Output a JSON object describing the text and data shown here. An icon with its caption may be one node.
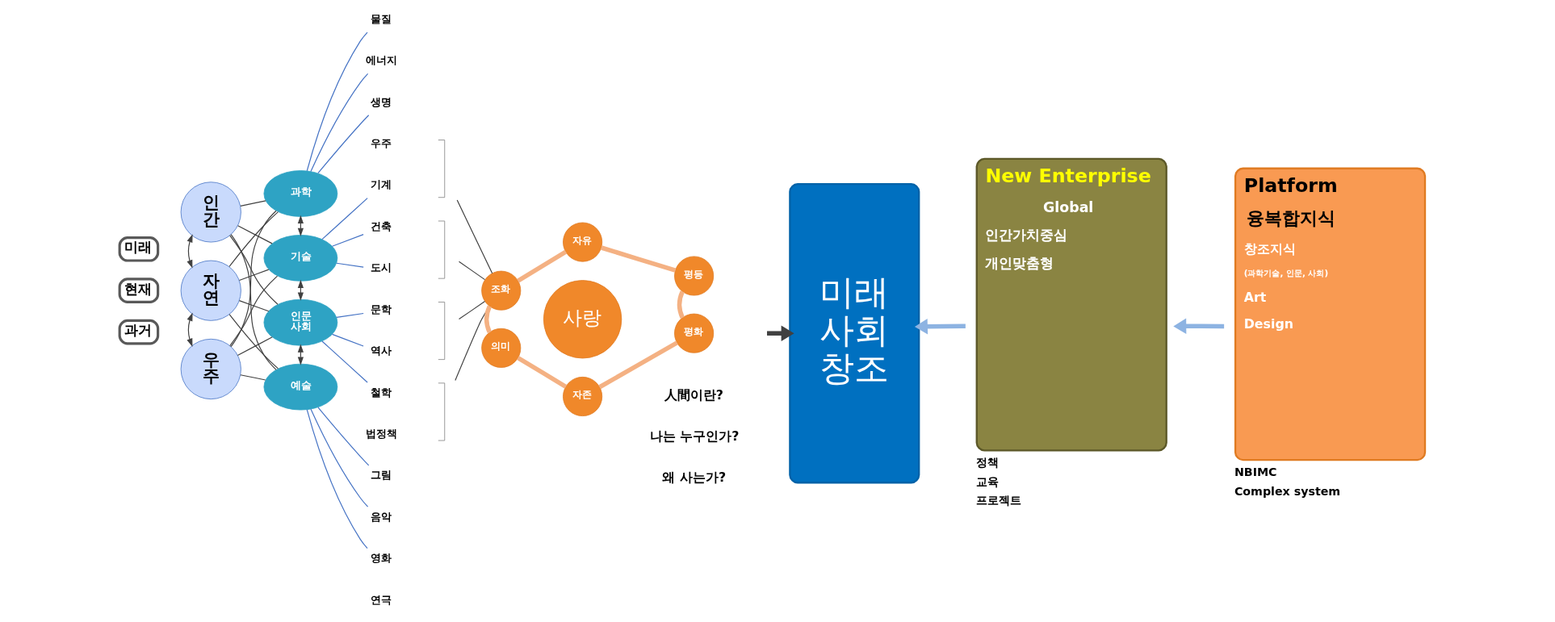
{
  "diagram": {
    "nodes": [
      {
        "text": [
          "미래"
        ]
      },
      {
        "text": [
          "현재"
        ]
      },
      {
        "text": [
          "과거"
        ]
      },
      {
        "text": [
          "인간"
        ]
      },
      {
        "text": [
          "자연"
        ]
      },
      {
        "text": [
          "우주"
        ]
      },
      {
        "text": [
          "과학"
        ]
      },
      {
        "text": [
          "기술"
        ]
      },
      {
        "text": [
          "인문 사회"
        ]
      },
      {
        "text": [
          "예술"
        ]
      },
      {
        "text": [
          "물질"
        ]
      },
      {
        "text": [
          "에너지"
        ]
      },
      {
        "text": [
          "생명"
        ]
      },
      {
        "text": [
          "기계"
        ]
      },
      {
        "text": [
          "건축"
        ]
      },
      {
        "text": [
          "도시"
        ]
      },
      {
        "text": [
          "문학"
        ]
      },
      {
        "text": [
          "역사"
        ]
      },
      {
        "text": [
          "철학"
        ]
      },
      {
        "text": [
          "그림"
        ]
      },
      {
        "text": [
          "음악"
        ]
      },
      {
        "text": [
          "영화"
        ]
      },
      {
        "text": [],
        "shape": "bracket"
      },
      {
        "text": [],
        "shape": "bracket"
      },
      {
        "text": [],
        "shape": "bracket"
      },
      {
        "text": [],
        "shape": "bracket"
      },
      {
        "text": [
          "사랑"
        ]
      },
      {
        "text": [
          "자유"
        ]
      },
      {
        "text": [
          "평등"
        ]
      },
      {
        "text": [
          "평화"
        ]
      },
      {
        "text": [
          "자존"
        ]
      },
      {
        "text": [
          "의미"
        ]
      },
      {
        "text": [
          "조화"
        ]
      },
      {
        "text": [
          "미래 사회 창조"
        ]
      },
      {
        "text": [
          "New Enterprise",
          "Global",
          "인간가치중심",
          "개인맞춤형"
        ],
        "beside": [
          "정책",
          "교육",
          "프로젝트"
        ]
      },
      {
        "text": [
          "Platform",
          "융복합지식",
          "창조지식",
          "(과학기술, 인문, 사회)",
          "Art",
          "Design"
        ],
        "beside": [
          "NBIMC",
          "Complex system"
        ]
      }
    ],
    "edges": [
      {
        "from": 3,
        "to": 4,
        "arrow": "both"
      },
      {
        "from": 4,
        "to": 5,
        "arrow": "both"
      },
      {
        "from": 3,
        "to": 6,
        "arrow": "none"
      },
      {
        "from": 3,
        "to": 7,
        "arrow": "none"
      },
      {
        "from": 3,
        "to": 8,
        "arrow": "none"
      },
      {
        "from": 3,
        "to": 9,
        "arrow": "none"
      },
      {
        "from": 4,
        "to": 6,
        "arrow": "none"
      },
      {
        "from": 4,
        "to": 7,
        "arrow": "none"
      },
      {
        "from": 4,
        "to": 8,
        "arrow": "none"
      },
      {
        "from": 4,
        "to": 9,
        "arrow": "none"
      },
      {
        "from": 5,
        "to": 6,
        "arrow": "none"
      },
      {
        "from": 5,
        "to": 7,
        "arrow": "none"
      },
      {
        "from": 5,
        "to": 8,
        "arrow": "none"
      },
      {
        "from": 5,
        "to": 9,
        "arrow": "none"
      },
      {
        "from": 6,
        "to": 7,
        "arrow": "both"
      },
      {
        "from": 7,
        "to": 8,
        "arrow": "both"
      },
      {
        "from": 8,
        "to": 9,
        "arrow": "both"
      },
      {
        "from": 6,
        "to": 10,
        "arrow": "none",
        "color": "#4472c4"
      },
      {
        "from": 6,
        "to": 11,
        "arrow": "none",
        "color": "#4472c4"
      },
      {
        "from": 6,
        "to": 12,
        "arrow": "none",
        "color": "#4472c4"
      },
      {
        "from": 7,
        "to": 13,
        "arrow": "none",
        "color": "#4472c4"
      },
      {
        "from": 7,
        "to": 14,
        "arrow": "none",
        "color": "#4472c4"
      },
      {
        "from": 7,
        "to": 15,
        "arrow": "none",
        "color": "#4472c4"
      },
      {
        "from": 8,
        "to": 16,
        "arrow": "none",
        "color": "#4472c4"
      },
      {
        "from": 8,
        "to": 17,
        "arrow": "none",
        "color": "#4472c4"
      },
      {
        "from": 8,
        "to": 18,
        "arrow": "none",
        "color": "#4472c4"
      },
      {
        "from": 9,
        "to": 19,
        "arrow": "none",
        "color": "#4472c4"
      },
      {
        "from": 9,
        "to": 20,
        "arrow": "none",
        "color": "#4472c4"
      },
      {
        "from": 9,
        "to": 21,
        "arrow": "none",
        "color": "#4472c4"
      },
      {
        "from": 22,
        "to": 32,
        "arrow": "none"
      },
      {
        "from": 23,
        "to": 32,
        "arrow": "none"
      },
      {
        "from": 24,
        "to": 32,
        "arrow": "none"
      },
      {
        "from": 25,
        "to": 32,
        "arrow": "none"
      },
      {
        "from": 27,
        "to": 28,
        "arrow": "none",
        "style": "thick",
        "color": "#f4b183"
      },
      {
        "from": 28,
        "to": 29,
        "arrow": "none",
        "style": "thick",
        "color": "#f4b183"
      },
      {
        "from": 29,
        "to": 30,
        "arrow": "none",
        "style": "thick",
        "color": "#f4b183"
      },
      {
        "from": 30,
        "to": 31,
        "arrow": "none",
        "style": "thick",
        "color": "#f4b183"
      },
      {
        "from": 31,
        "to": 32,
        "arrow": "none",
        "style": "thick",
        "color": "#f4b183"
      },
      {
        "from": 32,
        "to": 27,
        "arrow": "none",
        "style": "thick",
        "color": "#f4b183"
      },
      {
        "from": null,
        "to": 33,
        "arrow": "to",
        "style": "thick"
      },
      {
        "from": 34,
        "to": 33,
        "arrow": "to",
        "style": "thick",
        "color": "#8db3e2"
      },
      {
        "from": 35,
        "to": 34,
        "arrow": "to",
        "style": "thick",
        "color": "#8db3e2"
      }
    ],
    "labels": [
      "우주",
      "법정책",
      "연극",
      "人間이란?",
      "나는 누구인가?",
      "왜 사는가?"
    ]
  }
}
